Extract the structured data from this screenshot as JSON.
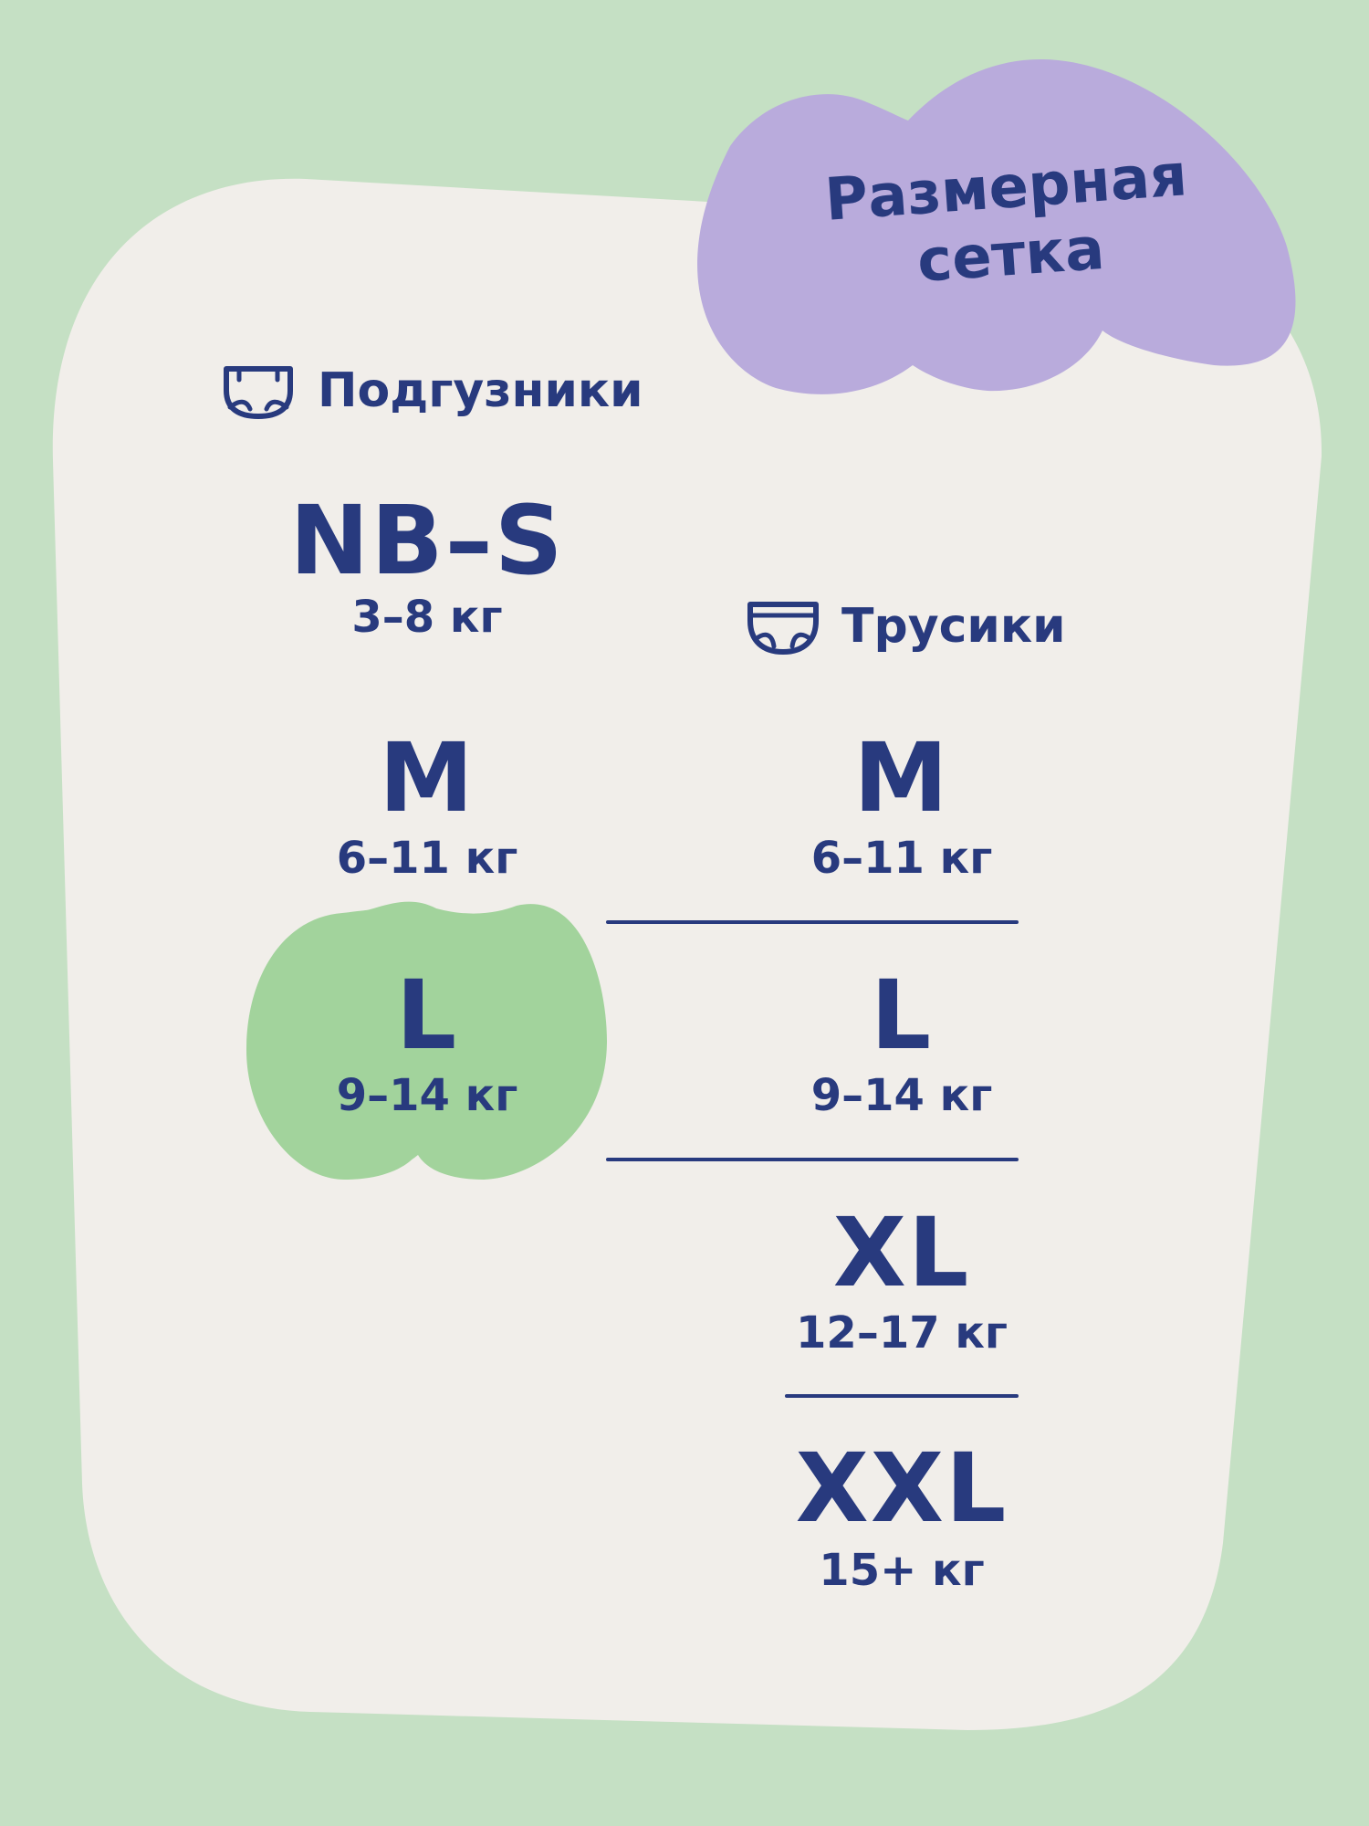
{
  "title": {
    "line1": "Размерная",
    "line2": "сетка"
  },
  "diapers": {
    "label": "Подгузники",
    "icon": "diaper-icon",
    "sizes": [
      {
        "size": "NB–S",
        "weight": "3–8 кг"
      },
      {
        "size": "M",
        "weight": "6–11 кг"
      },
      {
        "size": "L",
        "weight": "9–14 кг"
      }
    ]
  },
  "pants": {
    "label": "Трусики",
    "icon": "pants-icon",
    "sizes": [
      {
        "size": "M",
        "weight": "6–11 кг"
      },
      {
        "size": "L",
        "weight": "9–14 кг"
      },
      {
        "size": "XL",
        "weight": "12–17 кг"
      },
      {
        "size": "XXL",
        "weight": "15+ кг"
      }
    ]
  },
  "colors": {
    "background": "#c5e0c4",
    "card": "#f1eeea",
    "text": "#283a7e",
    "title_blob": "#b9abdc",
    "highlight_blob": "#a2d39c"
  }
}
